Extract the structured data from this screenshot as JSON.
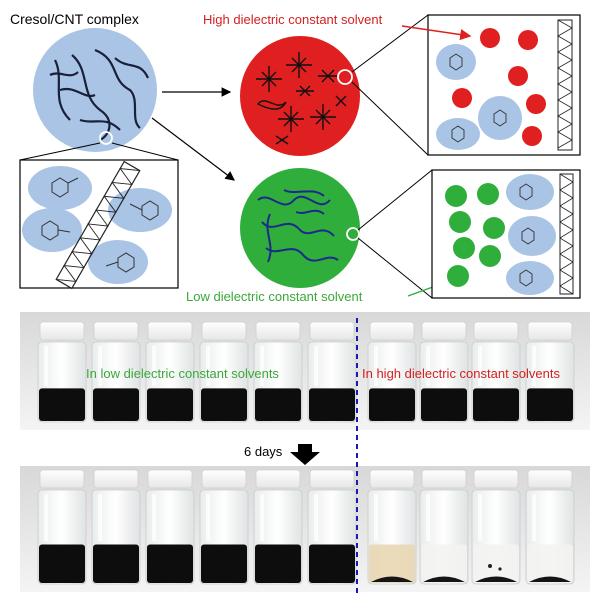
{
  "labels": {
    "complex": "Cresol/CNT complex",
    "high_solvent": "High dielectric constant solvent",
    "low_solvent": "Low dielectric constant solvent",
    "photo_low": "In low dielectric constant solvents",
    "photo_high": "In high dielectric constant solvents",
    "time_step": "6 days"
  },
  "colors": {
    "high": "#e02020",
    "low": "#2fae3c",
    "cresol_bubble": "#a9c4e4",
    "divider": "#1a1ab0",
    "low_text": "#3aa83a",
    "high_text": "#d42020"
  },
  "photo_row_top": {
    "vials_low": 6,
    "vials_high": 4,
    "state": "dispersed"
  },
  "photo_row_bottom": {
    "vials_low": 6,
    "vials_high": 4,
    "state_low": "dispersed",
    "state_high": "aggregated / sedimented"
  }
}
